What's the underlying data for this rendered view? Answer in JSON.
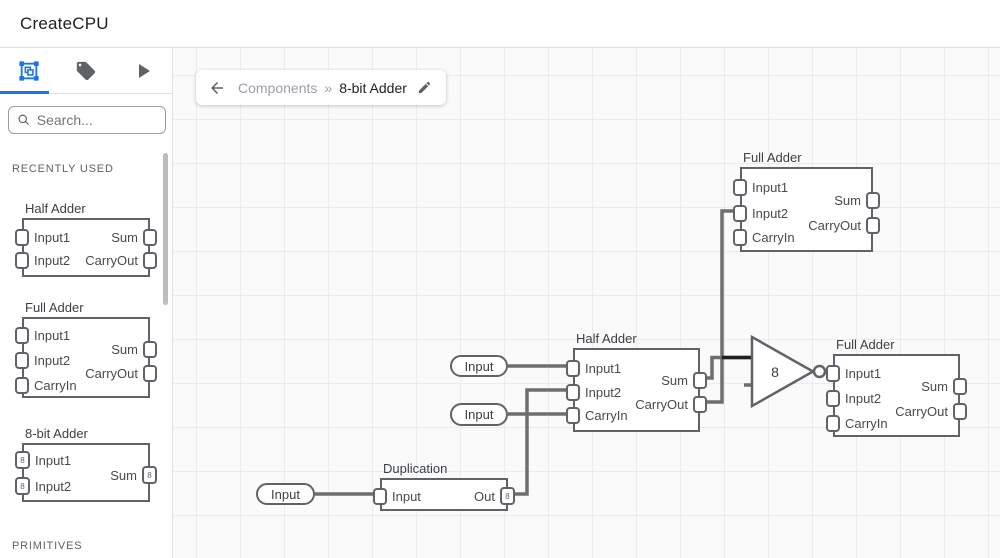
{
  "header": {
    "title": "CreateCPU"
  },
  "breadcrumb": {
    "parent": "Components",
    "separator": "»",
    "current": "8-bit Adder"
  },
  "sidebar": {
    "search_placeholder": "Search...",
    "sections": {
      "recent": "RECENTLY USED",
      "primitives": "PRIMITIVES"
    },
    "items": [
      {
        "title": "Half Adder",
        "inputs": [
          "Input1",
          "Input2"
        ],
        "outputs": [
          "Sum",
          "CarryOut"
        ]
      },
      {
        "title": "Full Adder",
        "inputs": [
          "Input1",
          "Input2",
          "CarryIn"
        ],
        "outputs": [
          "Sum",
          "CarryOut"
        ]
      },
      {
        "title": "8-bit Adder",
        "inputs": [
          "Input1",
          "Input2"
        ],
        "outputs": [
          "Sum"
        ],
        "bit_width": "8"
      }
    ]
  },
  "canvas": {
    "nodes": {
      "full_adder_top": {
        "title": "Full Adder",
        "inputs": [
          "Input1",
          "Input2",
          "CarryIn"
        ],
        "outputs": [
          "Sum",
          "CarryOut"
        ]
      },
      "half_adder": {
        "title": "Half Adder",
        "inputs": [
          "Input1",
          "Input2",
          "CarryIn"
        ],
        "outputs": [
          "Sum",
          "CarryOut"
        ]
      },
      "full_adder_right": {
        "title": "Full Adder",
        "inputs": [
          "Input1",
          "Input2",
          "CarryIn"
        ],
        "outputs": [
          "Sum",
          "CarryOut"
        ]
      },
      "duplication": {
        "title": "Duplication",
        "inputs": [
          "Input"
        ],
        "outputs": [
          "Out"
        ],
        "out_width": "8"
      },
      "not_gate": {
        "bit_width": "8"
      },
      "input_pills": [
        "Input",
        "Input",
        "Input"
      ]
    }
  },
  "icons": {
    "tabs": [
      "components-icon",
      "tag-icon",
      "play-icon"
    ],
    "search": "search-icon",
    "breadcrumb_back": "arrow-left-icon",
    "breadcrumb_edit": "pencil-icon"
  },
  "colors": {
    "accent": "#1a73e8",
    "wire": "#6e6e6e",
    "border": "#5f6368",
    "canvas_bg": "#fafafa"
  }
}
